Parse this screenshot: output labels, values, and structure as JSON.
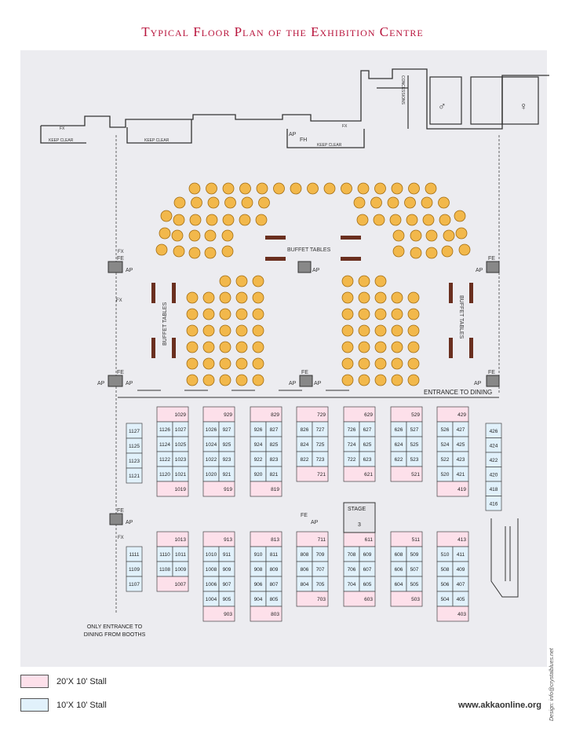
{
  "title": "Typical Floor Plan of the Exhibition Centre",
  "labels": {
    "buffet_tables": "BUFFET TABLES",
    "entrance_to_dining": "ENTRANCE TO DINING",
    "stage": "STAGE",
    "stage_number": "3",
    "only_entrance_line1": "ONLY ENTRANCE TO",
    "only_entrance_line2": "DINING FROM BOOTHS",
    "keep_clear": "KEEP CLEAR",
    "concessions": "CONCESSIONS",
    "fx": "FX",
    "fe": "FE",
    "ap": "AP",
    "fh": "FH"
  },
  "legend": {
    "pink_label": "20’X 10’ Stall",
    "blue_label": "10’X 10’ Stall"
  },
  "website": "www.akkaonline.org",
  "credit": "Design: info@crystalblues.net",
  "colors": {
    "title": "#b8143c",
    "pink_stall": "#fde0ea",
    "blue_stall": "#e1f1fb",
    "table": "#f2b84b",
    "buffet": "#6a2f1f",
    "floor": "#ececf0"
  },
  "booth_blocks": {
    "top": [
      {
        "pink_top": "",
        "rows": [
          [
            "",
            "1127"
          ],
          [
            "",
            "1125"
          ],
          [
            "",
            "1123"
          ],
          [
            "",
            "1121"
          ]
        ],
        "pink_bottom": "",
        "single": true
      },
      {
        "pink_top": "1029",
        "rows": [
          [
            "1126",
            "1027"
          ],
          [
            "1124",
            "1025"
          ],
          [
            "1122",
            "1023"
          ],
          [
            "1120",
            "1021"
          ]
        ],
        "pink_bottom": "1019"
      },
      {
        "pink_top": "929",
        "rows": [
          [
            "1026",
            "927"
          ],
          [
            "1024",
            "925"
          ],
          [
            "1022",
            "923"
          ],
          [
            "1020",
            "921"
          ]
        ],
        "pink_bottom": "919"
      },
      {
        "pink_top": "829",
        "rows": [
          [
            "926",
            "827"
          ],
          [
            "924",
            "825"
          ],
          [
            "922",
            "823"
          ],
          [
            "920",
            "821"
          ]
        ],
        "pink_bottom": "819"
      },
      {
        "pink_top": "729",
        "rows": [
          [
            "826",
            "727"
          ],
          [
            "824",
            "725"
          ],
          [
            "822",
            "723"
          ]
        ],
        "pink_bottom": "721"
      },
      {
        "pink_top": "629",
        "rows": [
          [
            "726",
            "627"
          ],
          [
            "724",
            "625"
          ],
          [
            "722",
            "623"
          ]
        ],
        "pink_bottom": "621"
      },
      {
        "pink_top": "529",
        "rows": [
          [
            "626",
            "527"
          ],
          [
            "624",
            "525"
          ],
          [
            "622",
            "523"
          ]
        ],
        "pink_bottom": "521"
      },
      {
        "pink_top": "429",
        "rows": [
          [
            "526",
            "427"
          ],
          [
            "524",
            "425"
          ],
          [
            "522",
            "423"
          ],
          [
            "520",
            "421"
          ]
        ],
        "pink_bottom": "419"
      }
    ],
    "bottom": [
      {
        "pink_top": "",
        "rows": [
          [
            "",
            "1111"
          ],
          [
            "",
            "1109"
          ],
          [
            "",
            "1107"
          ]
        ],
        "pink_bottom": "",
        "single": true
      },
      {
        "pink_top": "1013",
        "rows": [
          [
            "1110",
            "1011"
          ],
          [
            "1108",
            "1009"
          ]
        ],
        "pink_bottom": "1007"
      },
      {
        "pink_top": "913",
        "rows": [
          [
            "1010",
            "911"
          ],
          [
            "1008",
            "909"
          ],
          [
            "1006",
            "907"
          ],
          [
            "1004",
            "905"
          ]
        ],
        "pink_bottom": "903"
      },
      {
        "pink_top": "813",
        "rows": [
          [
            "910",
            "811"
          ],
          [
            "908",
            "809"
          ],
          [
            "906",
            "807"
          ],
          [
            "904",
            "805"
          ]
        ],
        "pink_bottom": "803"
      },
      {
        "pink_top": "711",
        "rows": [
          [
            "808",
            "709"
          ],
          [
            "806",
            "707"
          ],
          [
            "804",
            "705"
          ]
        ],
        "pink_bottom": "703"
      },
      {
        "pink_top": "611",
        "rows": [
          [
            "708",
            "609"
          ],
          [
            "706",
            "607"
          ],
          [
            "704",
            "605"
          ]
        ],
        "pink_bottom": "603"
      },
      {
        "pink_top": "511",
        "rows": [
          [
            "608",
            "509"
          ],
          [
            "606",
            "507"
          ],
          [
            "604",
            "505"
          ]
        ],
        "pink_bottom": "503"
      },
      {
        "pink_top": "413",
        "rows": [
          [
            "510",
            "411"
          ],
          [
            "508",
            "409"
          ],
          [
            "506",
            "407"
          ],
          [
            "504",
            "405"
          ]
        ],
        "pink_bottom": "403"
      }
    ],
    "right_column": [
      "426",
      "424",
      "422",
      "420",
      "418",
      "416"
    ]
  }
}
